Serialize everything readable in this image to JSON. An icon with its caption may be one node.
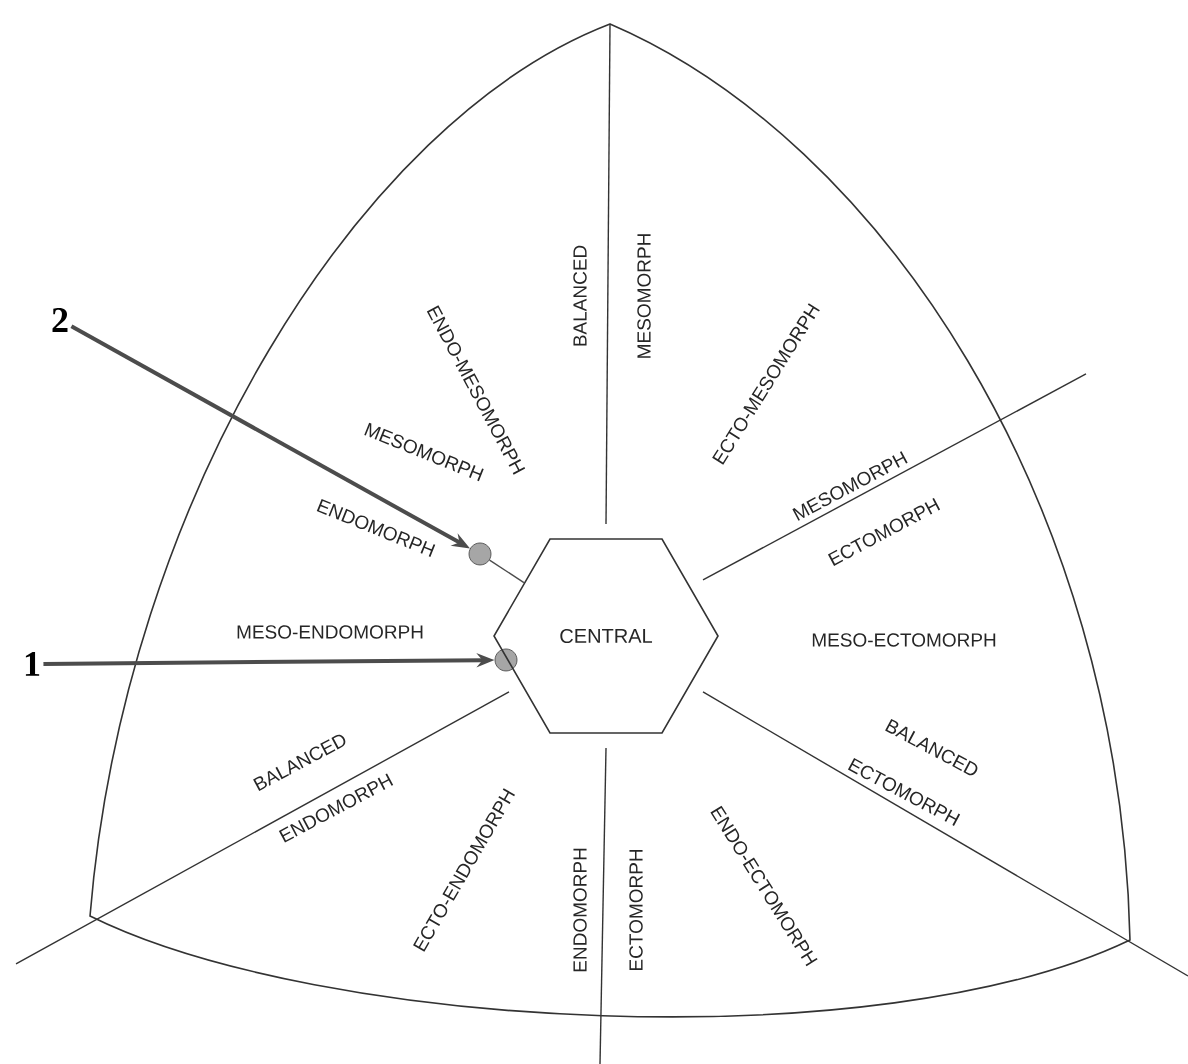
{
  "diagram": {
    "nodes": [
      {
        "text": [
          "2"
        ]
      },
      {
        "text": [],
        "shape": "circle"
      },
      {
        "text": [
          "1"
        ]
      },
      {
        "text": [],
        "shape": "circle"
      },
      {
        "text": [
          "CENTRAL"
        ]
      }
    ],
    "edges": [
      {
        "from": 0,
        "to": 1,
        "arrow": "to"
      },
      {
        "from": 2,
        "to": 3,
        "arrow": "to"
      },
      {
        "from": 1,
        "to": 4,
        "arrow": "none"
      }
    ],
    "labels": [
      "BALANCED",
      "MESOMORPH",
      "ENDO-MESOMORPH",
      "ECTO-MESOMORPH",
      "MESOMORPH",
      "ENDOMORPH",
      "MESOMORPH",
      "ECTOMORPH",
      "MESO-ENDOMORPH",
      "MESO-ECTOMORPH",
      "BALANCED",
      "ENDOMORPH",
      "ECTO-ENDOMORPH",
      "ENDOMORPH",
      "ECTOMORPH",
      "ENDO-ECTOMORPH",
      "BALANCED",
      "ECTOMORPH"
    ]
  }
}
